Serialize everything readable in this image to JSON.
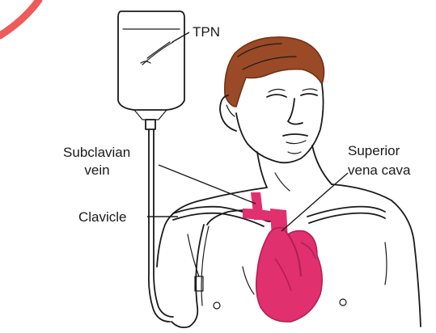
{
  "labels": {
    "tpn": "TPN",
    "subclavian_vein": [
      "Subclavian",
      "vein"
    ],
    "clavicle": "Clavicle",
    "superior_vena_cava": [
      "Superior",
      "vena cava"
    ]
  },
  "colors": {
    "heart": "#e0306e",
    "heart_shadow": "#b01e52",
    "hair": "#9a4a26",
    "hair_dark": "#6e3016",
    "skin": "#ffffff",
    "ink": "#1a1a1a",
    "corner_arc": "#ef5b5b"
  }
}
